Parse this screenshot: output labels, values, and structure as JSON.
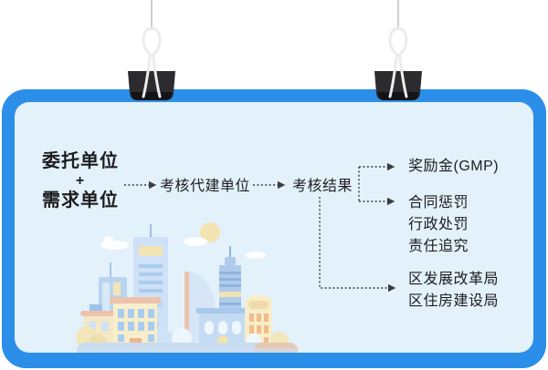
{
  "colors": {
    "board_border": "#2b8fe9",
    "board_panel": "#e3f1fb",
    "text": "#1d1d1f",
    "connector": "#3d3d3d"
  },
  "icons": {
    "left_clip": "binder-clip-icon",
    "right_clip": "binder-clip-icon",
    "city": "city-skyline-illustration",
    "sun": "sun-icon",
    "arrows": "dashed-arrow-icon"
  },
  "flow": {
    "source": {
      "line1": "委托单位",
      "plus": "+",
      "line2": "需求单位"
    },
    "step_assess": "考核代建单位",
    "step_result": "考核结果",
    "outcomes": {
      "reward": "奖励金(GMP)",
      "penalties": [
        "合同惩罚",
        "行政处罚",
        "责任追究"
      ],
      "agencies": [
        "区发展改革局",
        "区住房建设局"
      ]
    }
  }
}
